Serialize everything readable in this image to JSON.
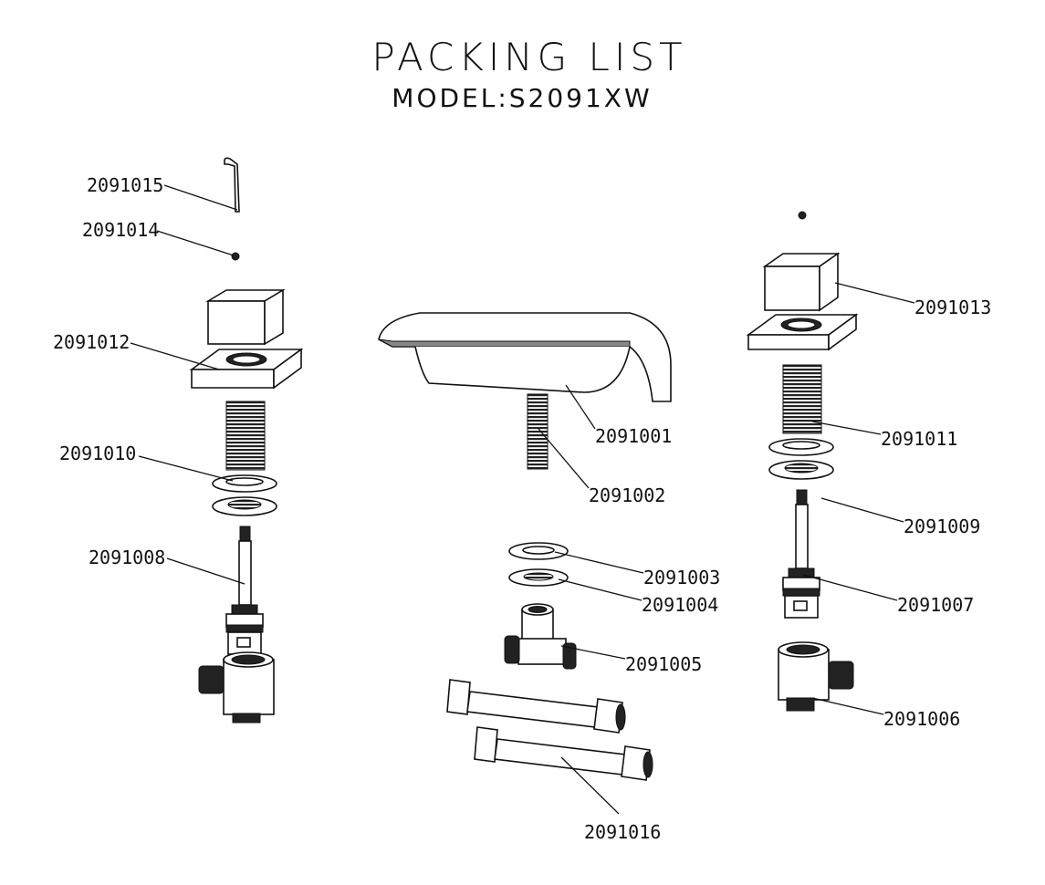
{
  "title": "PACKING LIST",
  "model": "MODEL:S2091XW",
  "parts": {
    "p2091015": "2091015",
    "p2091014": "2091014",
    "p2091012": "2091012",
    "p2091010": "2091010",
    "p2091008": "2091008",
    "p2091001": "2091001",
    "p2091002": "2091002",
    "p2091003": "2091003",
    "p2091004": "2091004",
    "p2091005": "2091005",
    "p2091016": "2091016",
    "p2091013": "2091013",
    "p2091011": "2091011",
    "p2091009": "2091009",
    "p2091007": "2091007",
    "p2091006": "2091006"
  }
}
